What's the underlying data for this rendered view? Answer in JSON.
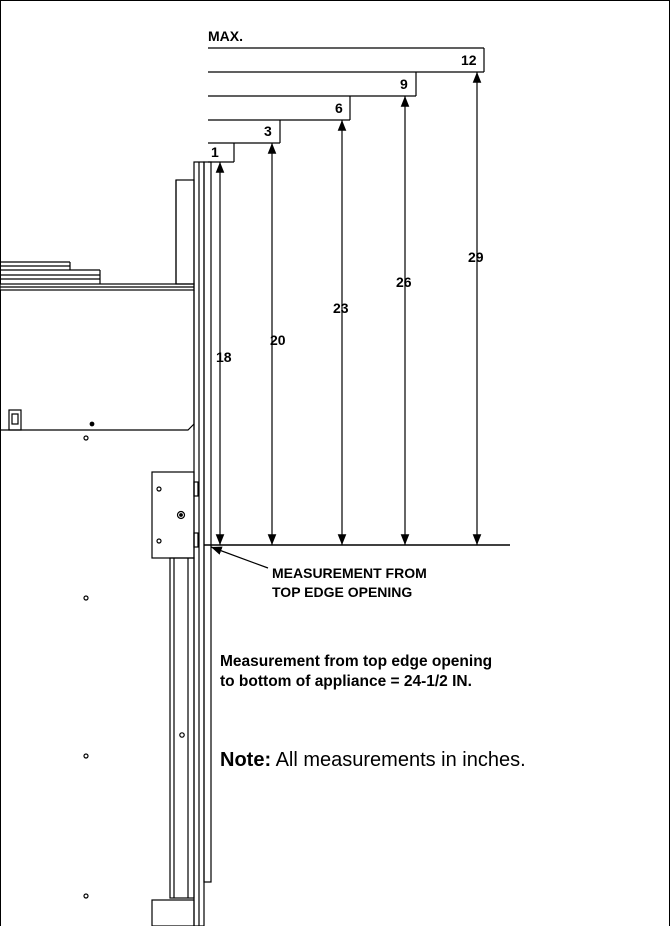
{
  "max_label": "MAX.",
  "levels": [
    {
      "step": "1",
      "dimension": "18"
    },
    {
      "step": "3",
      "dimension": "20"
    },
    {
      "step": "6",
      "dimension": "23"
    },
    {
      "step": "9",
      "dimension": "26"
    },
    {
      "step": "12",
      "dimension": "29"
    }
  ],
  "callout": {
    "line1": "MEASUREMENT FROM",
    "line2": "TOP EDGE OPENING"
  },
  "measurement_note": {
    "line1": "Measurement from top edge opening",
    "line2": "to bottom of appliance = 24-1/2 IN."
  },
  "note": {
    "label": "Note:",
    "text": " All measurements in inches."
  }
}
